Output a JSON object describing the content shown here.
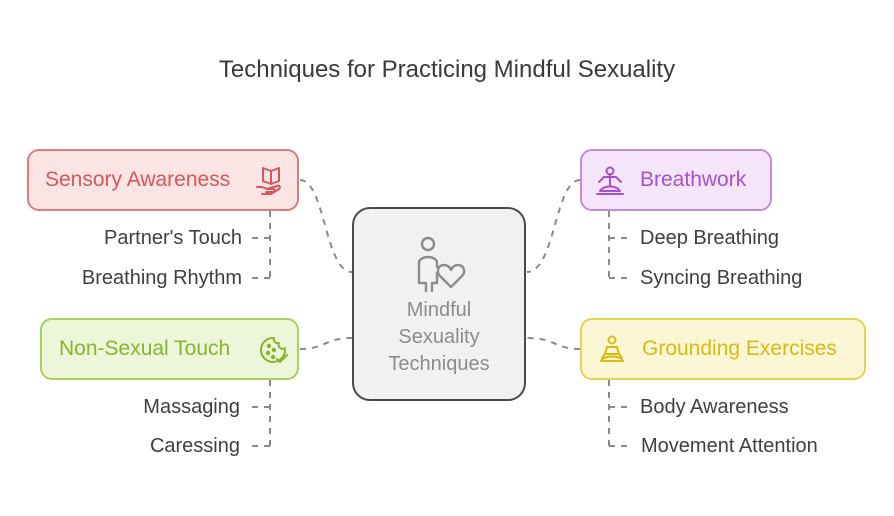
{
  "title": "Techniques for Practicing Mindful Sexuality",
  "center": {
    "label": "Mindful Sexuality Techniques",
    "icon": "person-heart-icon"
  },
  "branches": [
    {
      "label": "Sensory Awareness",
      "icon": "book-hand-icon",
      "color": "#d8565b",
      "items": [
        "Partner's Touch",
        "Breathing Rhythm"
      ]
    },
    {
      "label": "Non-Sexual Touch",
      "icon": "cookie-check-icon",
      "color": "#86b628",
      "items": [
        "Massaging",
        "Caressing"
      ]
    },
    {
      "label": "Breathwork",
      "icon": "meditation-icon",
      "color": "#a84fd0",
      "items": [
        "Deep Breathing",
        "Syncing Breathing"
      ]
    },
    {
      "label": "Grounding Exercises",
      "icon": "meditation-icon",
      "color": "#d8ba12",
      "items": [
        "Body Awareness",
        "Movement Attention"
      ]
    }
  ]
}
